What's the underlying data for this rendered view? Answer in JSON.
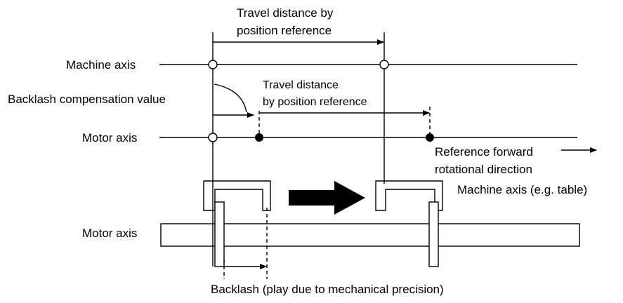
{
  "labels": {
    "travel_top_line1": "Travel distance by",
    "travel_top_line2": "position reference",
    "machine_axis": "Machine axis",
    "backlash_comp": "Backlash compensation value",
    "travel_mid_line1": "Travel distance",
    "travel_mid_line2": "by position reference",
    "motor_axis_upper": "Motor axis",
    "ref_forward_line1": "Reference forward",
    "ref_forward_line2": "rotational direction",
    "machine_axis_table": "Machine axis (e.g. table)",
    "motor_axis_lower": "Motor axis",
    "backlash": "Backlash (play due to mechanical precision)"
  },
  "colors": {
    "ink": "#000000",
    "background": "#ffffff"
  }
}
